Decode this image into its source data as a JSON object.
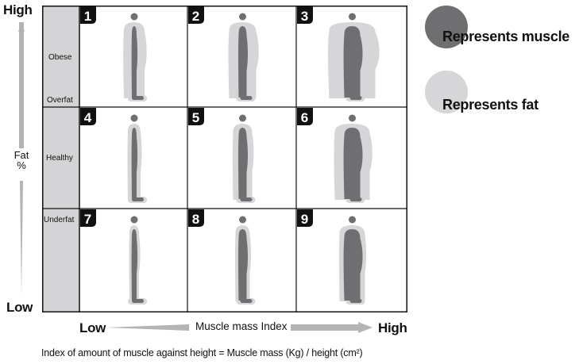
{
  "y_axis": {
    "top": "High",
    "label_line1": "Fat",
    "label_line2": "%",
    "bottom": "Low"
  },
  "row_labels": {
    "obese": "Obese",
    "overfat": "Overfat",
    "healthy": "Healthy",
    "underfat": "Underfat"
  },
  "cells": [
    "1",
    "2",
    "3",
    "4",
    "5",
    "6",
    "7",
    "8",
    "9"
  ],
  "x_axis": {
    "left": "Low",
    "label": "Muscle mass Index",
    "right": "High"
  },
  "formula": "Index of amount of muscle against height = Muscle mass (Kg) / height (cm²)",
  "legend": {
    "muscle": "Represents muscle",
    "fat": "Represents fat"
  },
  "colors": {
    "muscle": "#6f6f72",
    "fat": "#d6d6d8",
    "row_panel": "#d4d4d6",
    "grid": "#111111"
  }
}
